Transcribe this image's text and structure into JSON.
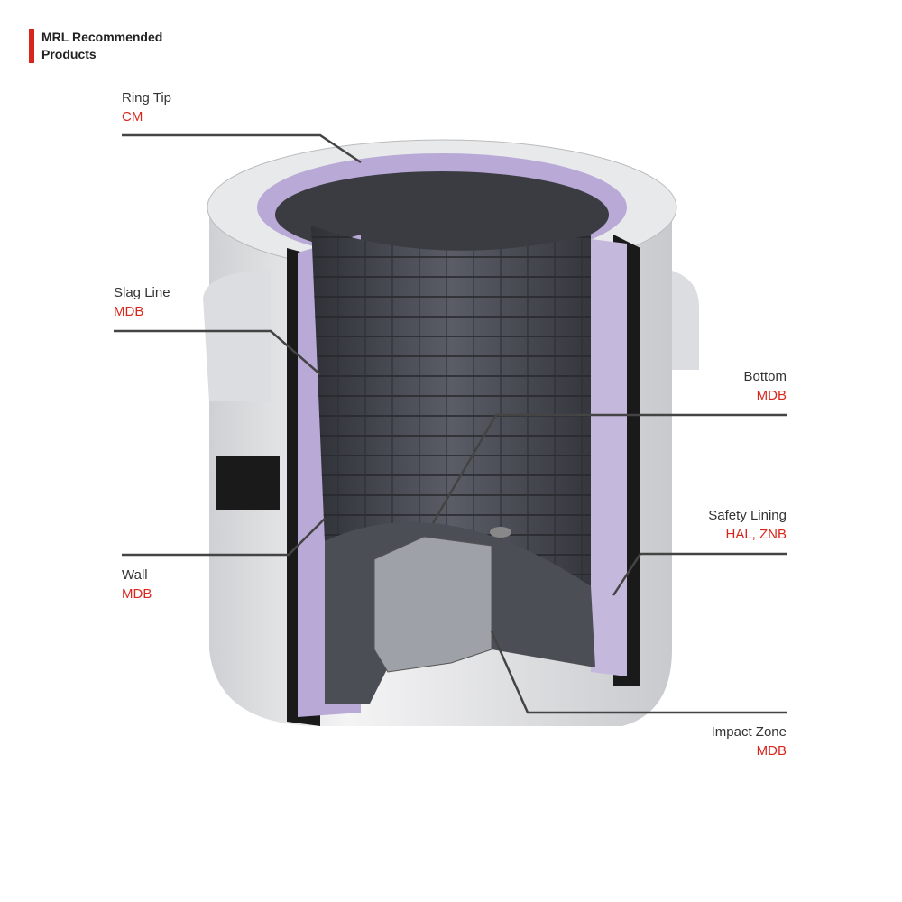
{
  "header": {
    "title": "MRL Recommended Products"
  },
  "colors": {
    "accent": "#d9261c",
    "lining": "#b9a9d6",
    "brick": "#4a4d55",
    "shell": "#e6e7e9"
  },
  "callouts": [
    {
      "name": "Ring Tip",
      "product": "CM"
    },
    {
      "name": "Slag Line",
      "product": "MDB"
    },
    {
      "name": "Wall",
      "product": "MDB"
    },
    {
      "name": "Bottom",
      "product": "MDB"
    },
    {
      "name": "Safety Lining",
      "product": "HAL, ZNB"
    },
    {
      "name": "Impact Zone",
      "product": "MDB"
    }
  ]
}
